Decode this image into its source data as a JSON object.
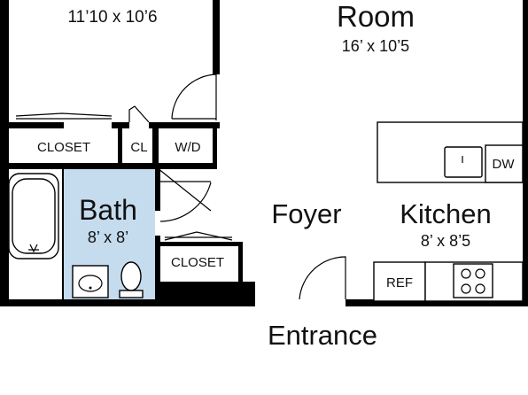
{
  "rooms": {
    "bedroom": {
      "dims": "11’10 x 10’6"
    },
    "living": {
      "name": "Room",
      "dims": "16’ x 10’5"
    },
    "bath": {
      "name": "Bath",
      "dims": "8’ x 8’"
    },
    "foyer": {
      "name": "Foyer"
    },
    "kitchen": {
      "name": "Kitchen",
      "dims": "8’ x 8’5"
    }
  },
  "labels": {
    "closet_top": "CLOSET",
    "cl": "CL",
    "wd": "W/D",
    "closet_bottom": "CLOSET",
    "dw": "DW",
    "ref": "REF",
    "entrance": "Entrance"
  },
  "colors": {
    "bath_fill": "#c5dbee",
    "wall": "#000000",
    "background": "#ffffff"
  }
}
